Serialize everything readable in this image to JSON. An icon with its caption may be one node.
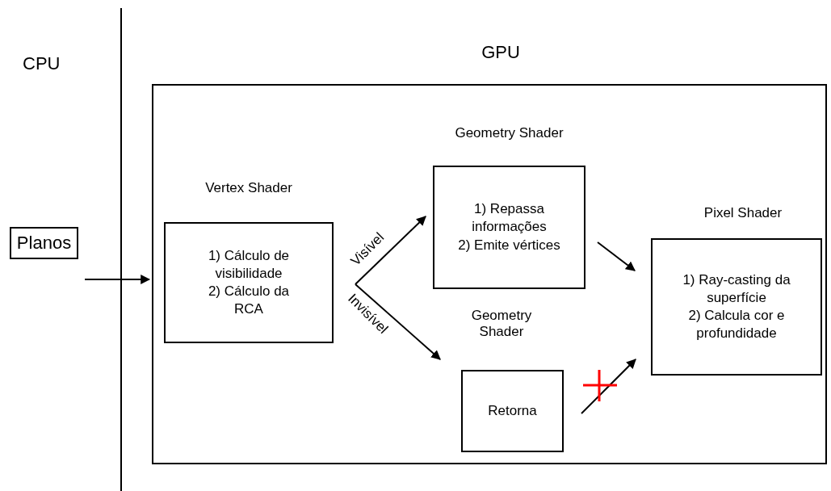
{
  "diagram": {
    "nodes": [
      {
        "text": [
          "GPU"
        ]
      },
      {
        "text": [
          "Planos"
        ]
      },
      {
        "text": [
          "Vertex Shader",
          "1) Cálculo de visibilidade",
          "2) Cálculo da RCA"
        ],
        "in": 0
      },
      {
        "text": [
          "Geometry Shader",
          "1) Repassa informações",
          "2) Emite vértices"
        ],
        "in": 0
      },
      {
        "text": [
          "Geometry Shader",
          "Retorna"
        ],
        "in": 0
      },
      {
        "text": [
          "Pixel Shader",
          "1) Ray-casting da superfície",
          "2) Calcula cor e profundidade"
        ],
        "in": 0
      }
    ],
    "edges": [
      {
        "from": null,
        "to": 0,
        "arrow": "to"
      },
      {
        "from": 2,
        "to": 3,
        "arrow": "to",
        "label": "Visível"
      },
      {
        "from": 2,
        "to": 4,
        "arrow": "to",
        "label": "Invisível"
      },
      {
        "from": 3,
        "to": 5,
        "arrow": "to"
      },
      {
        "from": 4,
        "to": 5,
        "arrow": "to"
      }
    ],
    "labels": [
      "CPU"
    ]
  }
}
